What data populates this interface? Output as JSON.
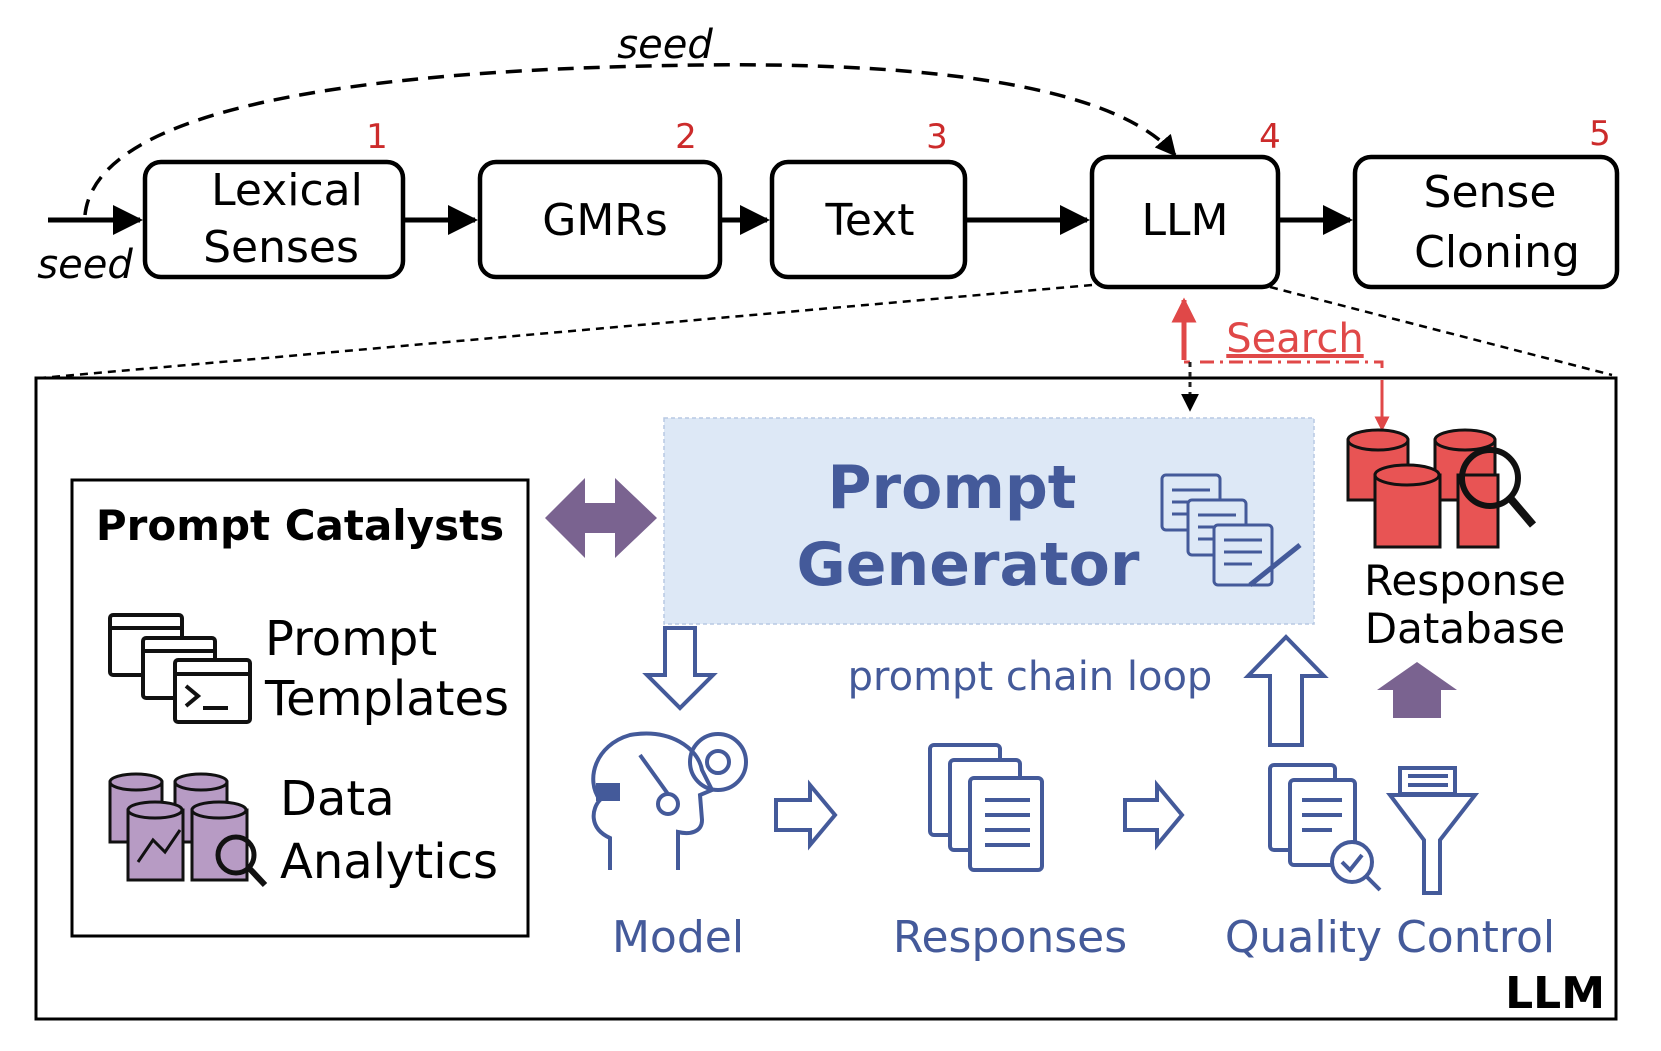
{
  "pipeline": {
    "seed_top": "seed",
    "seed_left": "seed",
    "steps": [
      {
        "number": "1",
        "line1": "Lexical",
        "line2": "Senses"
      },
      {
        "number": "2",
        "line1": "GMRs"
      },
      {
        "number": "3",
        "line1": "Text"
      },
      {
        "number": "4",
        "line1": "LLM"
      },
      {
        "number": "5",
        "line1": "Sense",
        "line2": "Cloning"
      }
    ],
    "search_label": "Search"
  },
  "llm_panel": {
    "corner_label": "LLM",
    "prompt_generator": {
      "line1": "Prompt",
      "line2": "Generator"
    },
    "catalysts": {
      "title": "Prompt Catalysts",
      "templates": {
        "line1": "Prompt",
        "line2": "Templates"
      },
      "analytics": {
        "line1": "Data",
        "line2": "Analytics"
      }
    },
    "response_database": {
      "line1": "Response",
      "line2": "Database"
    },
    "loop_label": "prompt chain loop",
    "model_label": "Model",
    "responses_label": "Responses",
    "quality_label": "Quality Control"
  },
  "colors": {
    "accent_blue": "#445a9a",
    "generator_bg": "#dde8f6",
    "database_red": "#e85454",
    "catalyst_purple": "#7a6390",
    "number_red": "#cc2b2b"
  }
}
